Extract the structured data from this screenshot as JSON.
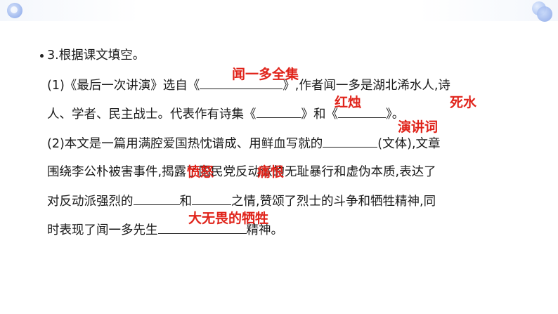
{
  "question": {
    "title": "3.根据课文填空。",
    "p1_line1_a": "(1)《最后一次讲演》选自《",
    "p1_line1_b": "》,作者闻一多是湖北浠水人,诗",
    "p1_line2_a": "人、学者、民主战士。代表作有诗集《",
    "p1_line2_b": "》和《",
    "p1_line2_c": "》。",
    "p2_line1_a": "(2)本文是一篇用满腔爱国热忱谱成、用鲜血写就的",
    "p2_line1_b": "(文体),文章",
    "p2_line2": "围绕李公朴被害事件,揭露了国民党反动派的无耻暴行和虚伪本质,表达了",
    "p2_line3_a": "对反动派强烈的",
    "p2_line3_b": "和",
    "p2_line3_c": "之情,赞颂了烈士的斗争和牺牲精神,同",
    "p2_line4_a": "时表现了闻一多先生",
    "p2_line4_b": "精神。"
  },
  "answers": {
    "source_book": "闻一多全集",
    "poetry_1": "红烛",
    "poetry_2": "死水",
    "genre": "演讲词",
    "emotion_1": "愤怒",
    "emotion_2": "痛恨",
    "spirit": "大无畏的牺牲"
  },
  "colors": {
    "answer": "#e0231a",
    "deco": "#9fb8ee"
  },
  "icons": [
    "bubble-decoration-icon",
    "bubble-decoration-icon"
  ]
}
